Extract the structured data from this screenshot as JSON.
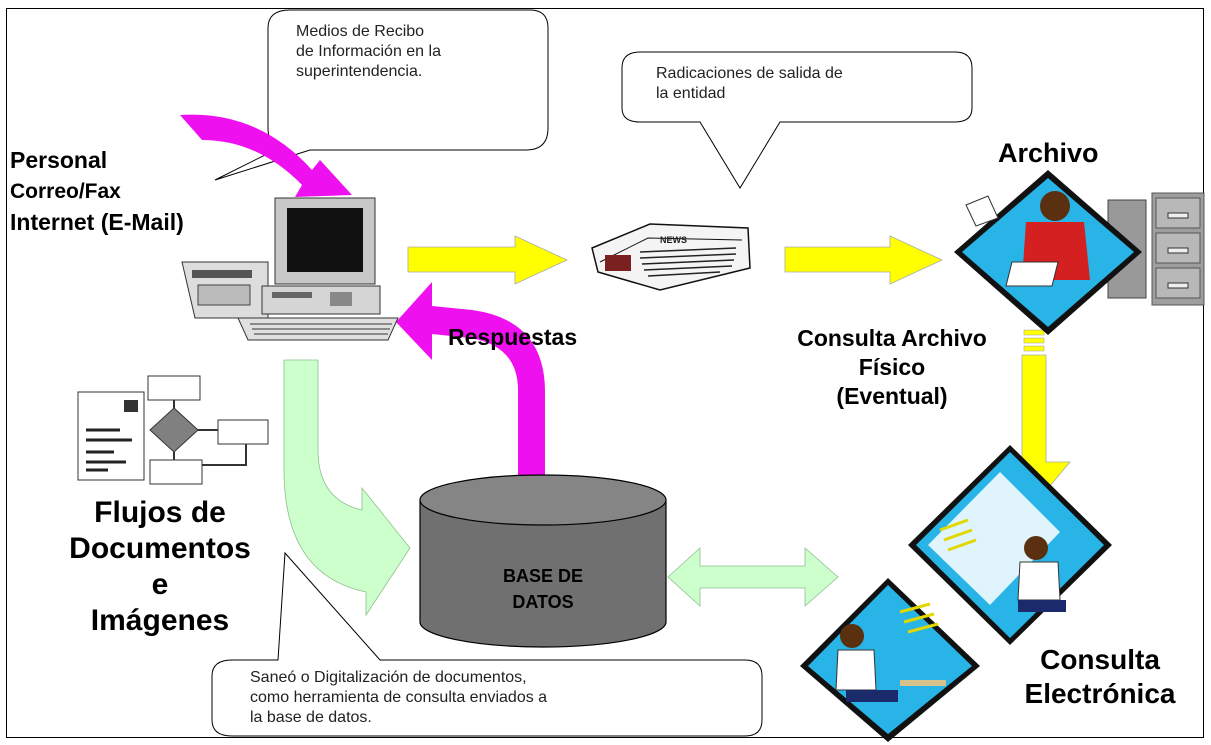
{
  "callouts": {
    "recibo": [
      "Medios de Recibo",
      "de Información en la",
      "superintendencia."
    ],
    "radicaciones": [
      "Radicaciones de salida de",
      "la entidad"
    ],
    "saneo": [
      "Saneó o Digitalización de documentos,",
      "como herramienta de consulta enviados a",
      "la base de datos."
    ]
  },
  "labels": {
    "personal": "Personal",
    "correo_fax": "Correo/Fax",
    "internet": "Internet (E-Mail)",
    "respuestas": "Respuestas",
    "archivo": "Archivo",
    "consulta_archivo": [
      "Consulta Archivo",
      "Físico",
      "(Eventual)"
    ],
    "flujos": [
      "Flujos de",
      "Documentos",
      "e",
      "Imágenes"
    ],
    "base_datos": [
      "BASE DE",
      "DATOS"
    ],
    "consulta_electronica": [
      "Consulta",
      "Electrónica"
    ]
  },
  "icons": {
    "computer": "desktop-computer-icon",
    "newspaper": "newspaper-icon",
    "archive": "archive-clerk-icon",
    "cabinet": "filing-cabinet-icon",
    "flowchart": "flowchart-document-icon",
    "database": "database-cylinder-icon",
    "consult": "computer-user-icon"
  },
  "colors": {
    "magenta_arrow": "#ee10ee",
    "yellow_arrow": "#ffff00",
    "green_arrow": "#ccffcc",
    "database_fill": "#707070",
    "scene_blue": "#28b4e6"
  }
}
